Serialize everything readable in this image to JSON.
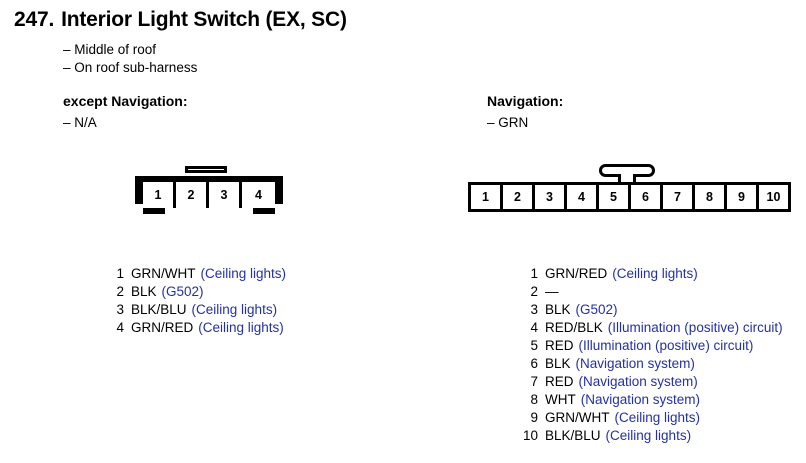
{
  "header": {
    "number": "247.",
    "title": "Interior Light Switch (EX, SC)",
    "bullets": [
      "– Middle of roof",
      "– On roof sub-harness"
    ]
  },
  "colors": {
    "ink": "#000000",
    "description_blue": "#2330a8",
    "background": "#ffffff"
  },
  "left_section": {
    "heading": "except Navigation:",
    "subtitle": "– N/A",
    "connector": {
      "pin_count": 4,
      "pins": [
        "1",
        "2",
        "3",
        "4"
      ],
      "latch": "flat-tab-above-pins-2-3"
    },
    "pin_list": [
      {
        "index": "1",
        "code": "GRN/WHT",
        "desc": "(Ceiling lights)"
      },
      {
        "index": "2",
        "code": "BLK",
        "desc": "(G502)"
      },
      {
        "index": "3",
        "code": "BLK/BLU",
        "desc": "(Ceiling lights)"
      },
      {
        "index": "4",
        "code": "GRN/RED",
        "desc": "(Ceiling lights)"
      }
    ]
  },
  "right_section": {
    "heading": "Navigation:",
    "subtitle": "– GRN",
    "connector": {
      "pin_count": 10,
      "pins": [
        "1",
        "2",
        "3",
        "4",
        "5",
        "6",
        "7",
        "8",
        "9",
        "10"
      ],
      "latch": "t-latch-above-pins-5-6"
    },
    "pin_list": [
      {
        "index": "1",
        "code": "GRN/RED",
        "desc": "(Ceiling lights)"
      },
      {
        "index": "2",
        "code": "—",
        "desc": ""
      },
      {
        "index": "3",
        "code": "BLK",
        "desc": "(G502)"
      },
      {
        "index": "4",
        "code": "RED/BLK",
        "desc": "(Illumination (positive) circuit)"
      },
      {
        "index": "5",
        "code": "RED",
        "desc": "(Illumination (positive) circuit)"
      },
      {
        "index": "6",
        "code": "BLK",
        "desc": "(Navigation system)"
      },
      {
        "index": "7",
        "code": "RED",
        "desc": "(Navigation system)"
      },
      {
        "index": "8",
        "code": "WHT",
        "desc": "(Navigation system)"
      },
      {
        "index": "9",
        "code": "GRN/WHT",
        "desc": "(Ceiling lights)"
      },
      {
        "index": "10",
        "code": "BLK/BLU",
        "desc": "(Ceiling lights)"
      }
    ]
  }
}
